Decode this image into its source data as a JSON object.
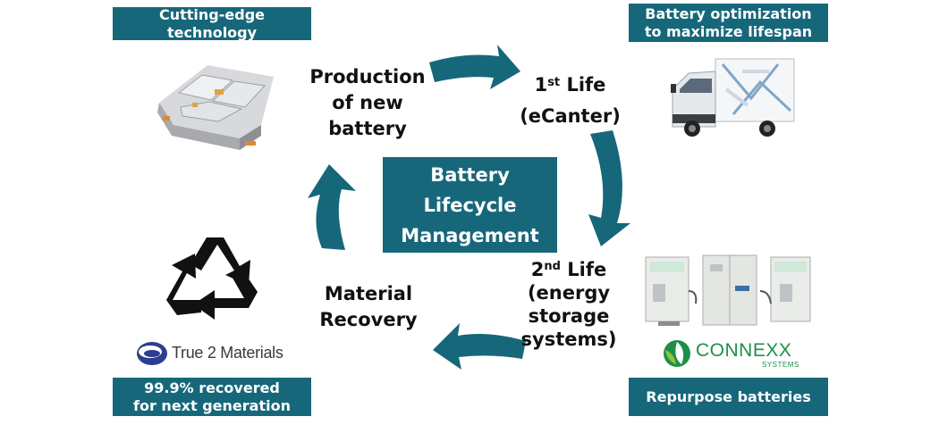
{
  "banners": {
    "top_left": "Cutting-edge technology",
    "top_right": [
      "Battery optimization",
      "to maximize lifespan"
    ],
    "bottom_left": [
      "99.9% recovered",
      "for next generation"
    ],
    "bottom_right": "Repurpose batteries"
  },
  "center": [
    "Battery",
    "Lifecycle",
    "Management"
  ],
  "steps": {
    "production": [
      "Production",
      "of new",
      "battery"
    ],
    "first_life": {
      "num": "1",
      "sup": "st",
      "word": "Life",
      "sub": "(eCanter)"
    },
    "second_life": {
      "num": "2",
      "sup": "nd",
      "word": "Life",
      "lines": [
        "(energy",
        "storage",
        "systems)"
      ]
    },
    "recovery": [
      "Material",
      "Recovery"
    ]
  },
  "brands": {
    "true2": "True 2 Materials",
    "connexx": "CONNEXX",
    "connexx_sub": "SYSTEMS"
  },
  "colors": {
    "accent": "#17677a",
    "arrow": "#17677a",
    "connexx_green": "#1e8f4a",
    "true2_blue": "#2b3e8f"
  }
}
